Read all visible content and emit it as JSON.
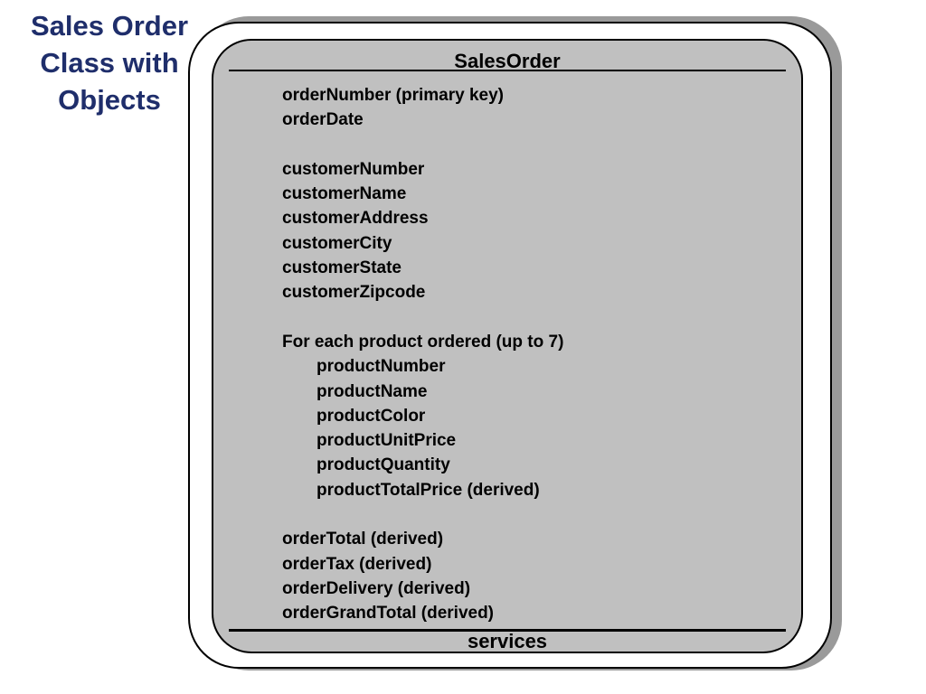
{
  "slide": {
    "title_lines": [
      "Sales Order",
      "Class with",
      "Objects"
    ]
  },
  "class_diagram": {
    "class_name": "SalesOrder",
    "attribute_groups": {
      "order_keys": [
        "orderNumber (primary key)",
        "orderDate"
      ],
      "customer": [
        "customerNumber",
        "customerName",
        "customerAddress",
        "customerCity",
        "customerState",
        "customerZipcode"
      ],
      "product_intro": "For each product ordered (up to 7)",
      "product": [
        "productNumber",
        "productName",
        "productColor",
        "productUnitPrice",
        "productQuantity",
        "productTotalPrice (derived)"
      ],
      "totals": [
        "orderTotal (derived)",
        "orderTax (derived)",
        "orderDelivery (derived)",
        "orderGrandTotal (derived)"
      ]
    },
    "services_label": "services"
  },
  "colors": {
    "title": "#1f2e6b",
    "class_fill": "#c0c0c0",
    "shadow": "#9a9a9a"
  }
}
